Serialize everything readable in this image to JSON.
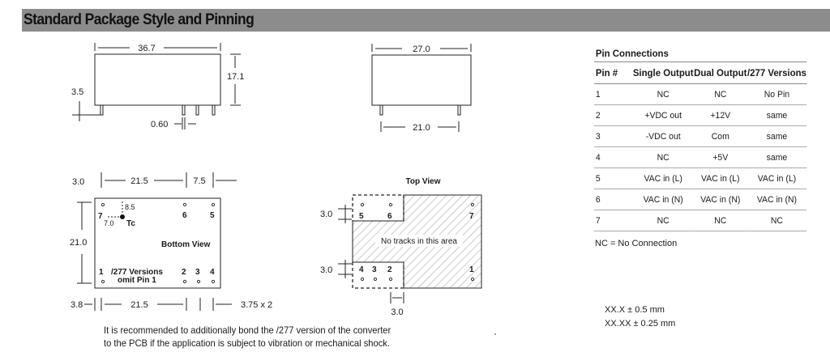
{
  "header": {
    "title": "Standard Package Style and Pinning"
  },
  "side_view": {
    "length": "36.7",
    "height": "17.1",
    "pin_length": "3.5",
    "pin_width": "0.60"
  },
  "end_view": {
    "width": "27.0",
    "pin_spacing": "21.0"
  },
  "bottom_view": {
    "title": "Bottom View",
    "dim_left": "3.0",
    "dim_pitch": "21.5",
    "dim_pitch2": "7.5",
    "dim_height": "21.0",
    "tc_offset_y": "8.5",
    "tc_offset_x": "7.0",
    "tc_label": "Tc",
    "pin7": "7",
    "pin6": "6",
    "pin5": "5",
    "pin1": "1",
    "pin2": "2",
    "pin3": "3",
    "pin4": "4",
    "versions_line1": "/277 Versions",
    "versions_line2": "omit Pin 1",
    "bottom_left": "3.8",
    "bottom_pitch": "21.5",
    "bottom_spacing": "3.75 x 2"
  },
  "top_view": {
    "title": "Top View",
    "no_tracks": "No tracks in this area",
    "dim_top": "3.0",
    "dim_bottom": "3.0",
    "dim_below": "3.0",
    "pin5": "5",
    "pin6": "6",
    "pin7": "7",
    "pin4": "4",
    "pin3": "3",
    "pin2": "2",
    "pin1": "1"
  },
  "pin_table": {
    "title": "Pin Connections",
    "headers": [
      "Pin #",
      "Single Output",
      "Dual Output",
      "/277 Versions"
    ],
    "rows": [
      [
        "1",
        "NC",
        "NC",
        "No Pin"
      ],
      [
        "2",
        "+VDC out",
        "+12V",
        "same"
      ],
      [
        "3",
        "-VDC out",
        "Com",
        "same"
      ],
      [
        "4",
        "NC",
        "+5V",
        "same"
      ],
      [
        "5",
        "VAC in (L)",
        "VAC in (L)",
        "VAC in (L)"
      ],
      [
        "6",
        "VAC in (N)",
        "VAC in (N)",
        "VAC in (N)"
      ],
      [
        "7",
        "NC",
        "NC",
        "NC"
      ]
    ],
    "note": "NC = No Connection"
  },
  "tolerances": {
    "line1": "XX.X  ± 0.5 mm",
    "line2": "XX.XX ± 0.25 mm"
  },
  "footnote": {
    "line1": "It is recommended to additionally bond the /277 version of the converter",
    "line2": "to the PCB if the application is subject to vibration or mechanical shock."
  }
}
